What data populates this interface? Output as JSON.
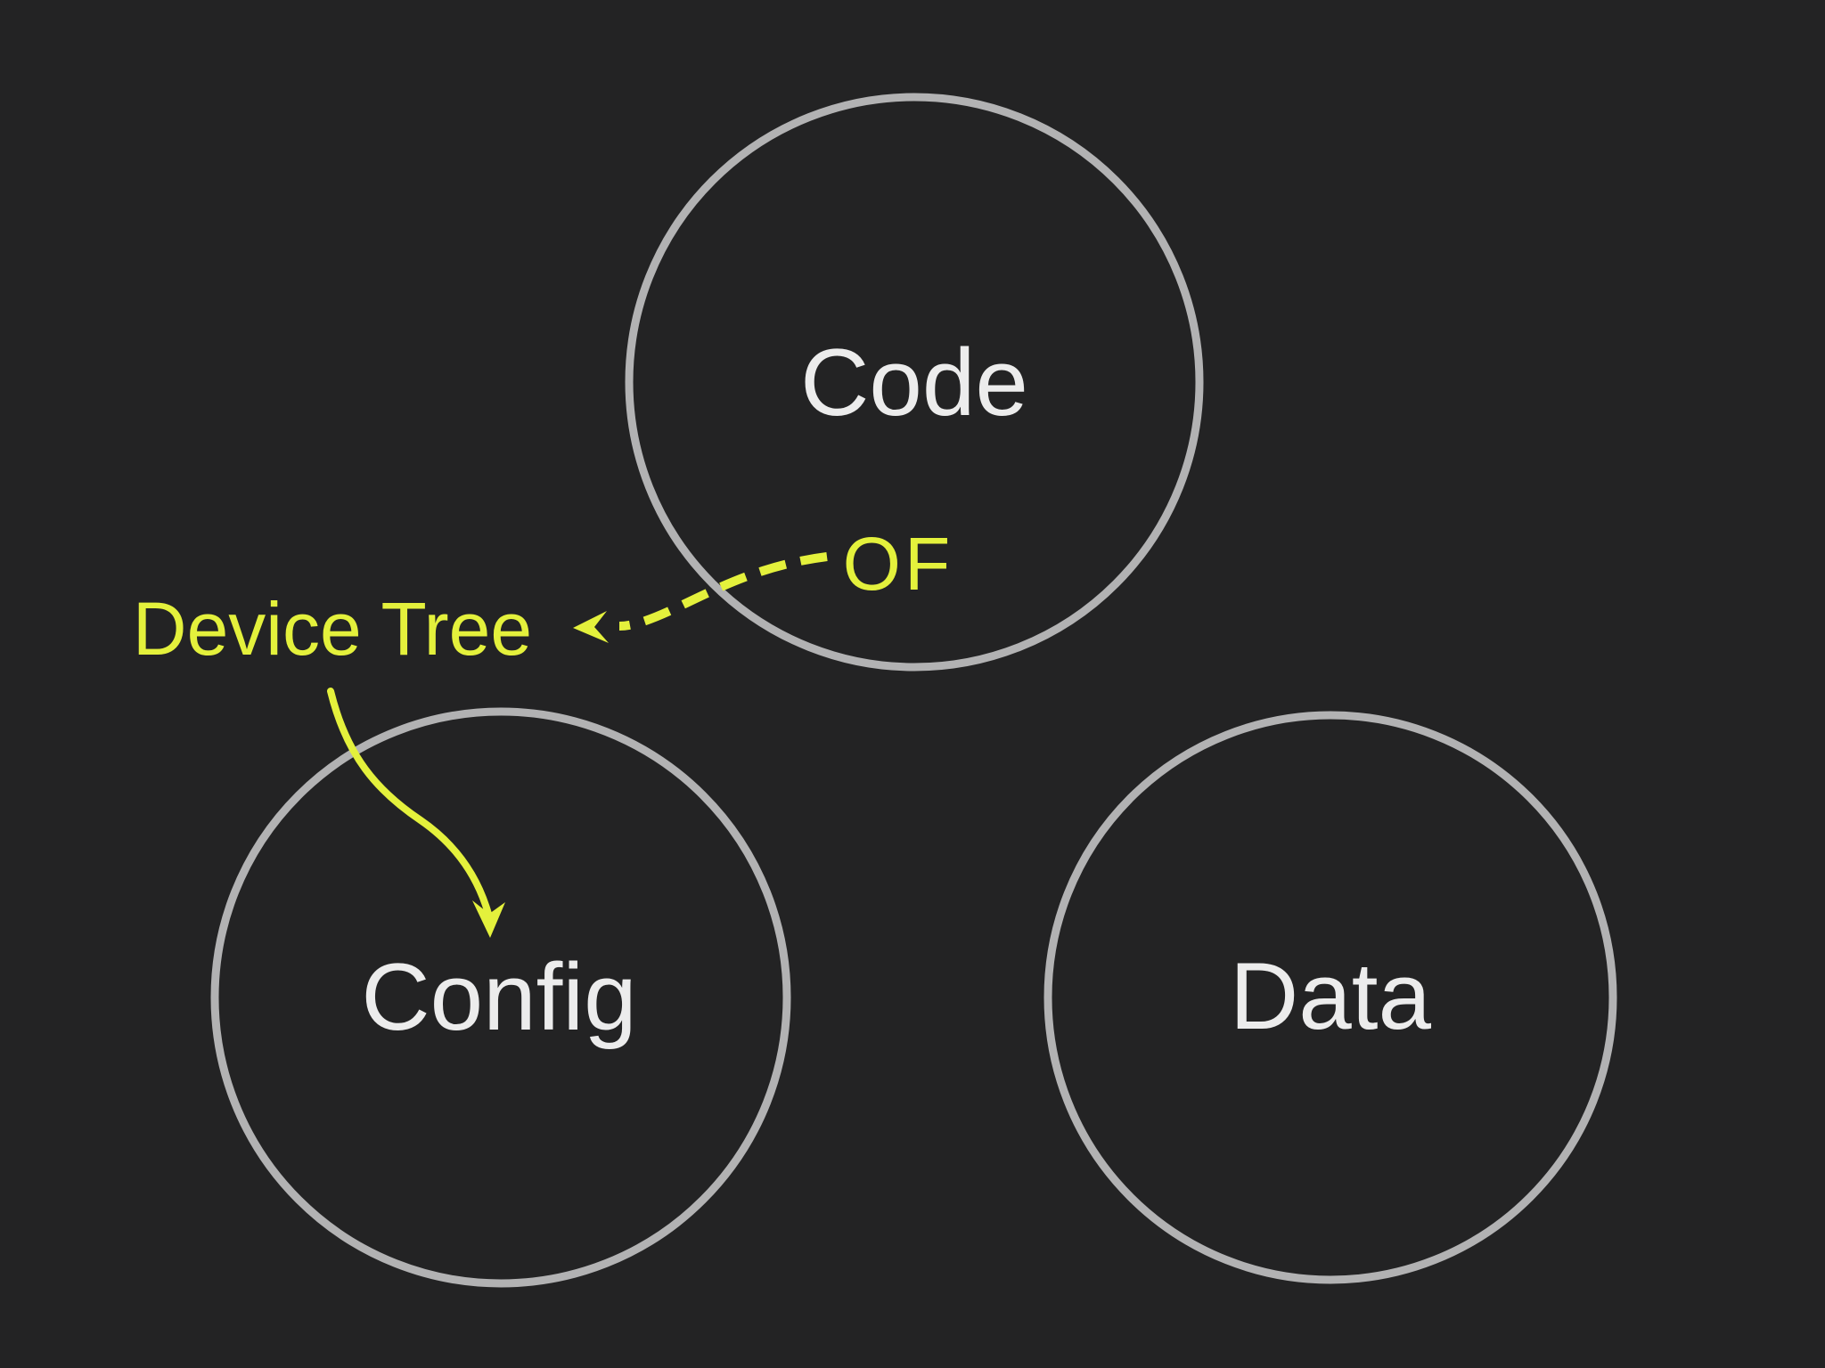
{
  "diagram": {
    "nodes": [
      {
        "id": "code",
        "label": "Code"
      },
      {
        "id": "config",
        "label": "Config"
      },
      {
        "id": "data",
        "label": "Data"
      }
    ],
    "annotations": {
      "of_label": "OF",
      "device_tree_label": "Device Tree"
    },
    "arrows": [
      {
        "id": "of-to-device-tree",
        "style": "dashed",
        "from": "OF",
        "to": "Device Tree"
      },
      {
        "id": "device-tree-to-config",
        "style": "solid",
        "from": "Device Tree",
        "to": "Config"
      }
    ],
    "colors": {
      "background": "#232324",
      "circle_stroke": "#b2b2b3",
      "node_text": "#ececec",
      "accent": "#e4f13c"
    }
  }
}
